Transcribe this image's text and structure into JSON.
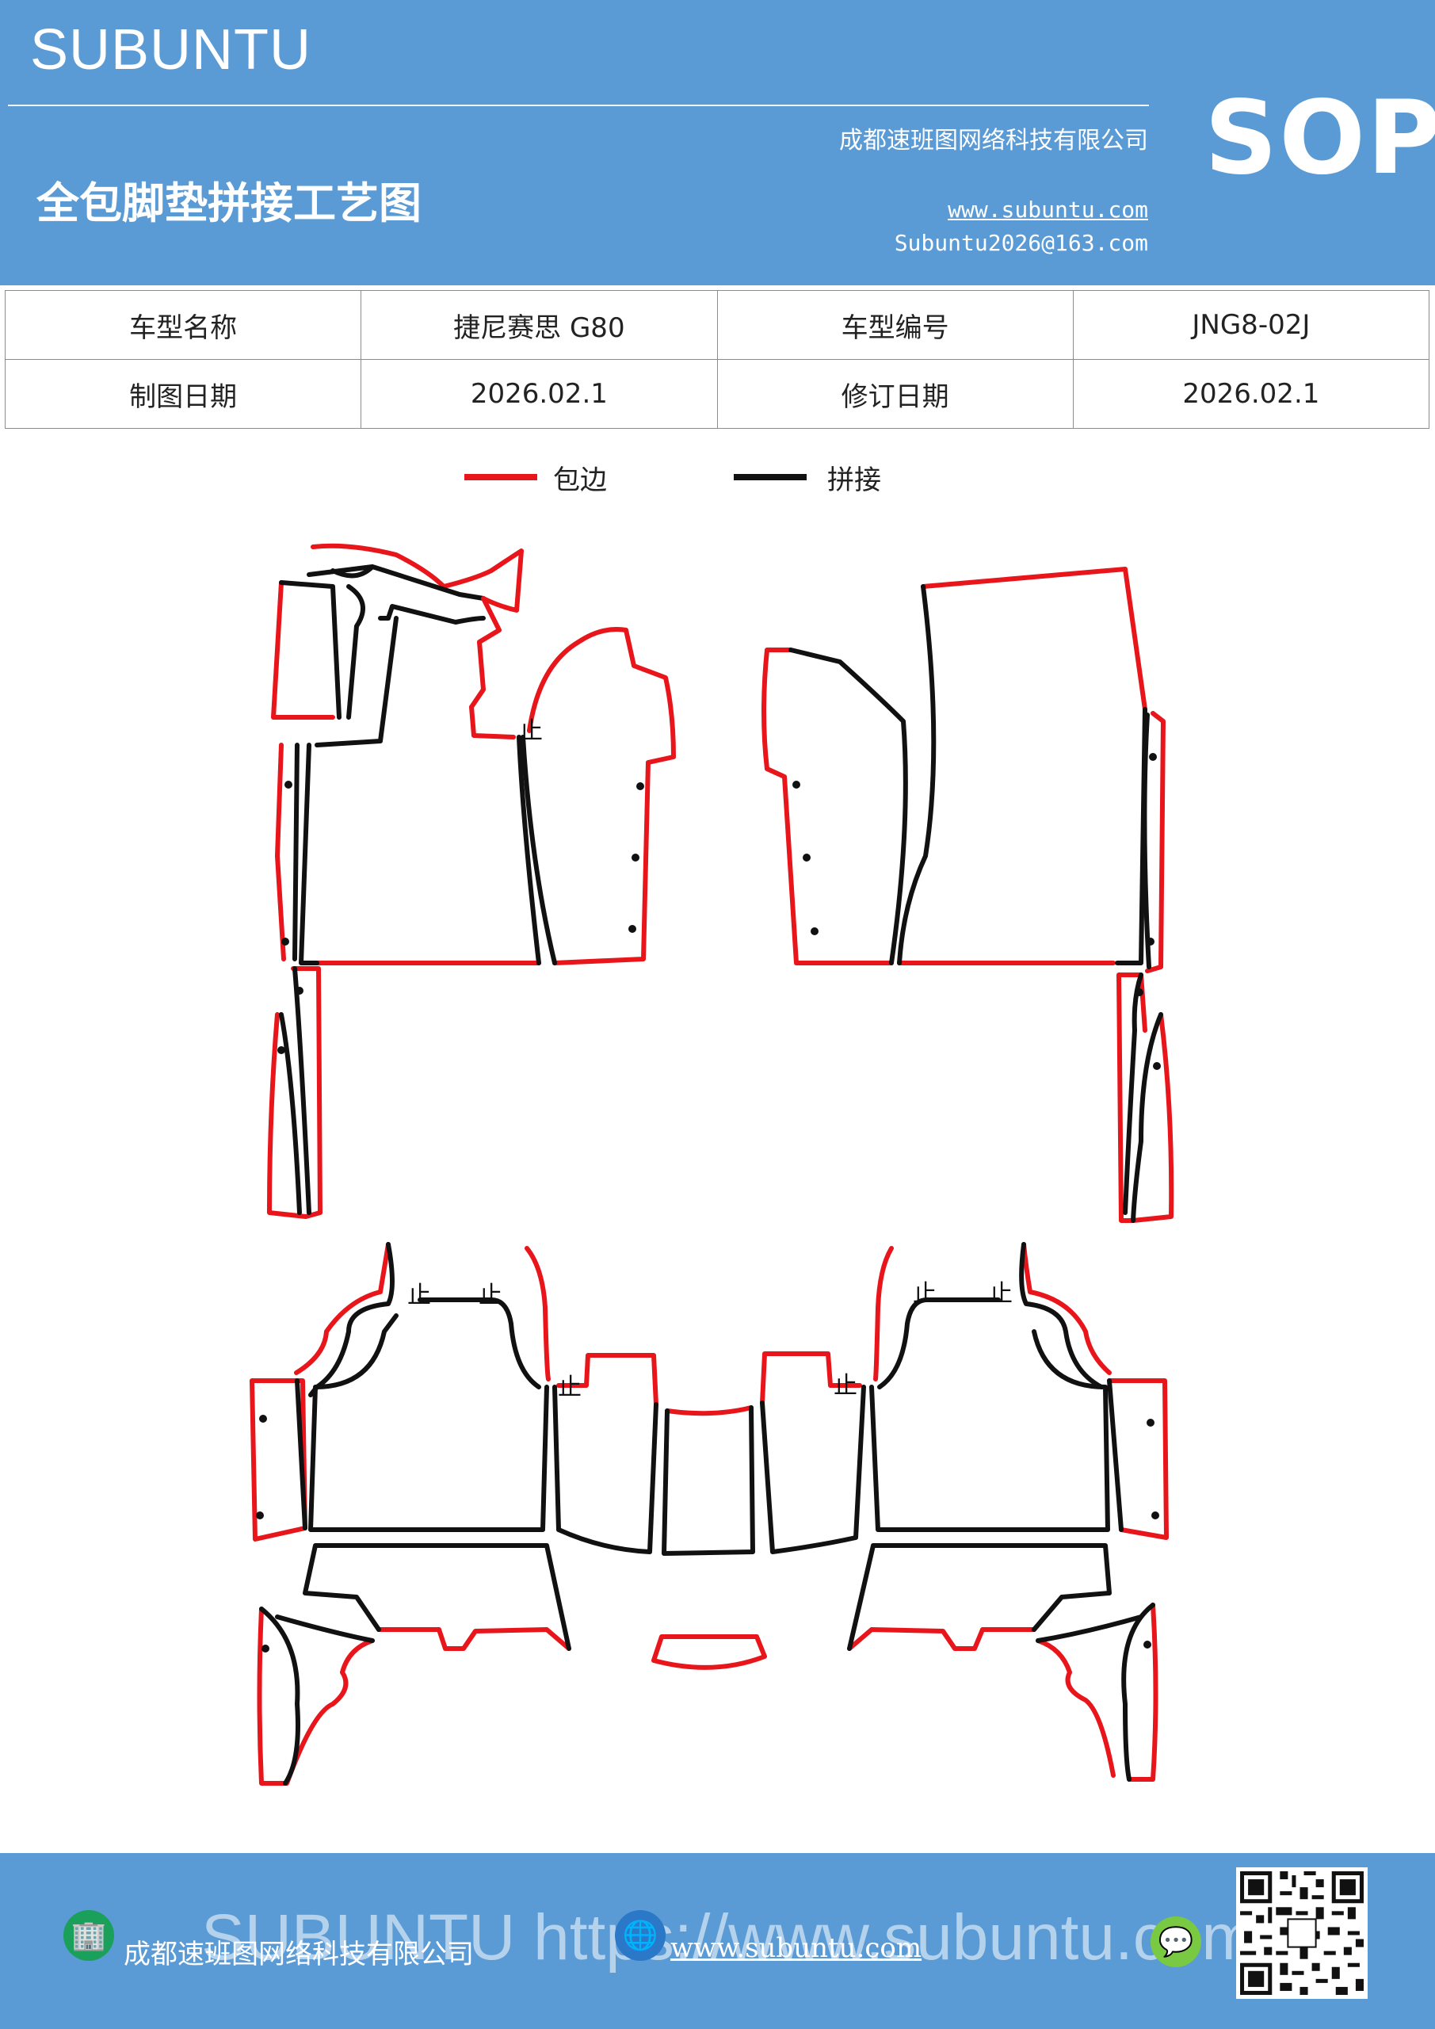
{
  "header": {
    "brand": "SUBUNTU",
    "title": "全包脚垫拼接工艺图",
    "company": "成都速班图网络科技有限公司",
    "website": "www.subuntu.com",
    "email": "Subuntu2026@163.com",
    "badge": "SOP"
  },
  "info_table": {
    "rows": [
      {
        "label1": "车型名称",
        "value1": "捷尼赛思 G80",
        "label2": "车型编号",
        "value2": "JNG8-02J"
      },
      {
        "label1": "制图日期",
        "value1": "2026.02.1",
        "label2": "修订日期",
        "value2": "2026.02.1"
      }
    ]
  },
  "legend": {
    "items": [
      {
        "label": "包边",
        "color": "#e8151b"
      },
      {
        "label": "拼接",
        "color": "#111111"
      }
    ]
  },
  "drawing": {
    "stop_mark": "止",
    "edge_color": "#e8151b",
    "seam_color": "#111111"
  },
  "footer": {
    "company": "成都速班图网络科技有限公司",
    "website": "www.subuntu.com",
    "watermark": "SUBUNTU https://www.subuntu.com",
    "icons": [
      "building-icon",
      "globe-icon",
      "wechat-icon"
    ]
  },
  "colors": {
    "header_bg": "#5b9bd5",
    "edge": "#e8151b",
    "seam": "#111111"
  }
}
